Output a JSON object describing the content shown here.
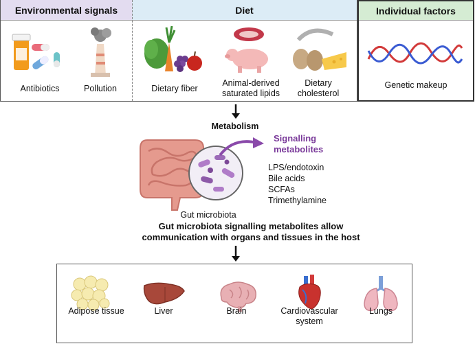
{
  "top_panel": {
    "environmental_header": "Environmental signals",
    "diet_header": "Diet",
    "individual_header": "Individual factors",
    "antibiotics": "Antibiotics",
    "pollution": "Pollution",
    "dietary_fiber": "Dietary fiber",
    "animal_lipids_line1": "Animal-derived",
    "animal_lipids_line2": "saturated lipids",
    "cholesterol_line1": "Dietary",
    "cholesterol_line2": "cholesterol",
    "genetic": "Genetic makeup"
  },
  "middle": {
    "metabolism": "Metabolism",
    "signalling_line1": "Signalling",
    "signalling_line2": "metabolites",
    "metabolites": [
      "LPS/endotoxin",
      "Bile acids",
      "SCFAs",
      "Trimethylamine"
    ],
    "gut_microbiota": "Gut microbiota",
    "statement_line1": "Gut microbiota signalling metabolites allow",
    "statement_line2": "communication with organs and tissues in the host"
  },
  "organs": {
    "adipose": "Adipose tissue",
    "liver": "Liver",
    "brain": "Brain",
    "cardio_line1": "Cardiovascular",
    "cardio_line2": "system",
    "lungs": "Lungs"
  },
  "colors": {
    "env_header_bg": "#e3dcf0",
    "diet_header_bg": "#dcecf6",
    "individual_header_bg": "#d5ecd3",
    "signalling_text": "#7a3a9a"
  }
}
